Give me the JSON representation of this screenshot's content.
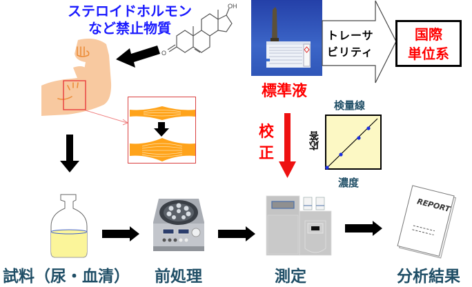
{
  "header": {
    "title_line1": "ステロイドホルモン",
    "title_line2": "など禁止物質"
  },
  "steroid": {
    "oh_label": "OH",
    "o_label": "O"
  },
  "standard": {
    "label": "標準液"
  },
  "traceability": {
    "line1": "トレーサ",
    "line2": "ビリティ"
  },
  "si_units": {
    "line1": "国際",
    "line2": "単位系"
  },
  "calibration": {
    "char1": "校",
    "char2": "正"
  },
  "calibration_curve": {
    "title": "検量線",
    "ylabel": "応答",
    "xlabel": "濃度"
  },
  "steps": [
    {
      "label": "試料（尿・血清）"
    },
    {
      "label": "前処理"
    },
    {
      "label": "測定"
    },
    {
      "label": "分析結果"
    }
  ],
  "report": {
    "text": "REPORT"
  },
  "colors": {
    "title_blue": "#1a1aff",
    "accent_red": "#ff0000",
    "step_label": "#1f4e66",
    "muscle_orange": "#ffa31a",
    "skin": "#f8c9a0",
    "curve_bg": "#fcf8c4",
    "vial_blue_bg": "#2f56b8"
  }
}
